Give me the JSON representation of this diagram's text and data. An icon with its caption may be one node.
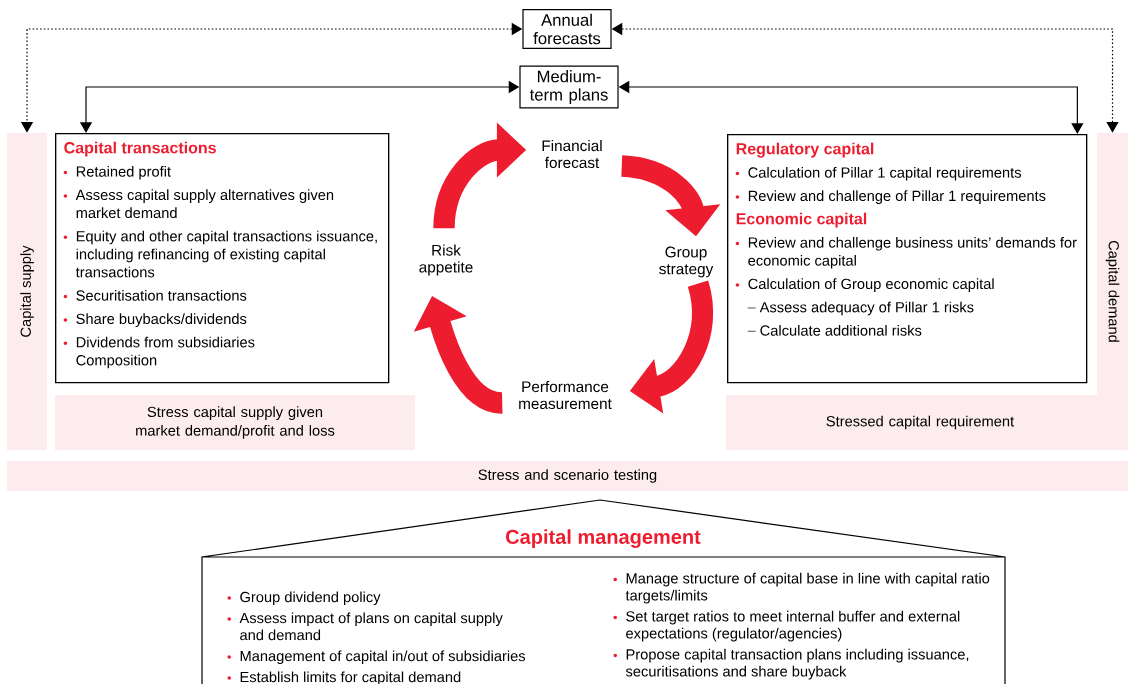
{
  "diagram": {
    "nodes": [
      {
        "text": [
          "Annual forecasts"
        ]
      },
      {
        "text": [
          "Medium-term plans"
        ]
      },
      {
        "text": [
          "Capital supply"
        ]
      },
      {
        "text": [
          "Capital transactions",
          "Retained profit",
          "Assess capital supply alternatives given market demand",
          "Equity and other capital transactions issuance, including refinancing of existing capital transactions",
          "Securitisation transactions",
          "Share buybacks/dividends",
          "Dividends from subsidiaries",
          "Composition"
        ]
      },
      {
        "text": [
          "Stress capital supply given market demand/profit and loss"
        ]
      },
      {
        "text": [
          "Financial forecast"
        ]
      },
      {
        "text": [
          "Group strategy"
        ]
      },
      {
        "text": [
          "Performance measurement"
        ]
      },
      {
        "text": [
          "Risk appetite"
        ]
      },
      {
        "text": [
          "Regulatory capital",
          "Calculation of Pillar 1 capital requirements",
          "Review and challenge of Pillar 1 requirements",
          "Economic capital",
          "Review and challenge business units’ demands for economic capital",
          "Calculation of Group economic capital",
          "Assess adequacy of Pillar 1 risks",
          "Calculate additional risks"
        ]
      },
      {
        "text": [
          "Stressed capital requirement"
        ]
      },
      {
        "text": [
          "Capital demand"
        ]
      },
      {
        "text": [
          "Stress and scenario testing"
        ]
      },
      {
        "text": [
          "Capital management",
          "Group dividend policy",
          "Assess impact of plans on capital supply and demand",
          "Management of capital in/out of subsidiaries",
          "Establish limits for capital demand",
          "Manage structure of capital base in line with capital ratio targets/limits",
          "Set target ratios to meet internal buffer and external expectations (regulator/agencies)",
          "Propose capital transaction plans including issuance, securitisations and share buyback"
        ]
      }
    ],
    "edges": [
      {
        "from": 0,
        "to": 2,
        "arrow": "both",
        "style": "dashed"
      },
      {
        "from": 0,
        "to": 11,
        "arrow": "both",
        "style": "dashed"
      },
      {
        "from": 1,
        "to": 3,
        "arrow": "both"
      },
      {
        "from": 1,
        "to": 9,
        "arrow": "both"
      },
      {
        "from": 8,
        "to": 5,
        "arrow": "to",
        "style": "thick",
        "color": "#ed1c2e"
      },
      {
        "from": 5,
        "to": 6,
        "arrow": "to",
        "style": "thick",
        "color": "#ed1c2e"
      },
      {
        "from": 6,
        "to": 7,
        "arrow": "to",
        "style": "thick",
        "color": "#ed1c2e"
      },
      {
        "from": 7,
        "to": 8,
        "arrow": "to",
        "style": "thick",
        "color": "#ed1c2e"
      }
    ]
  }
}
